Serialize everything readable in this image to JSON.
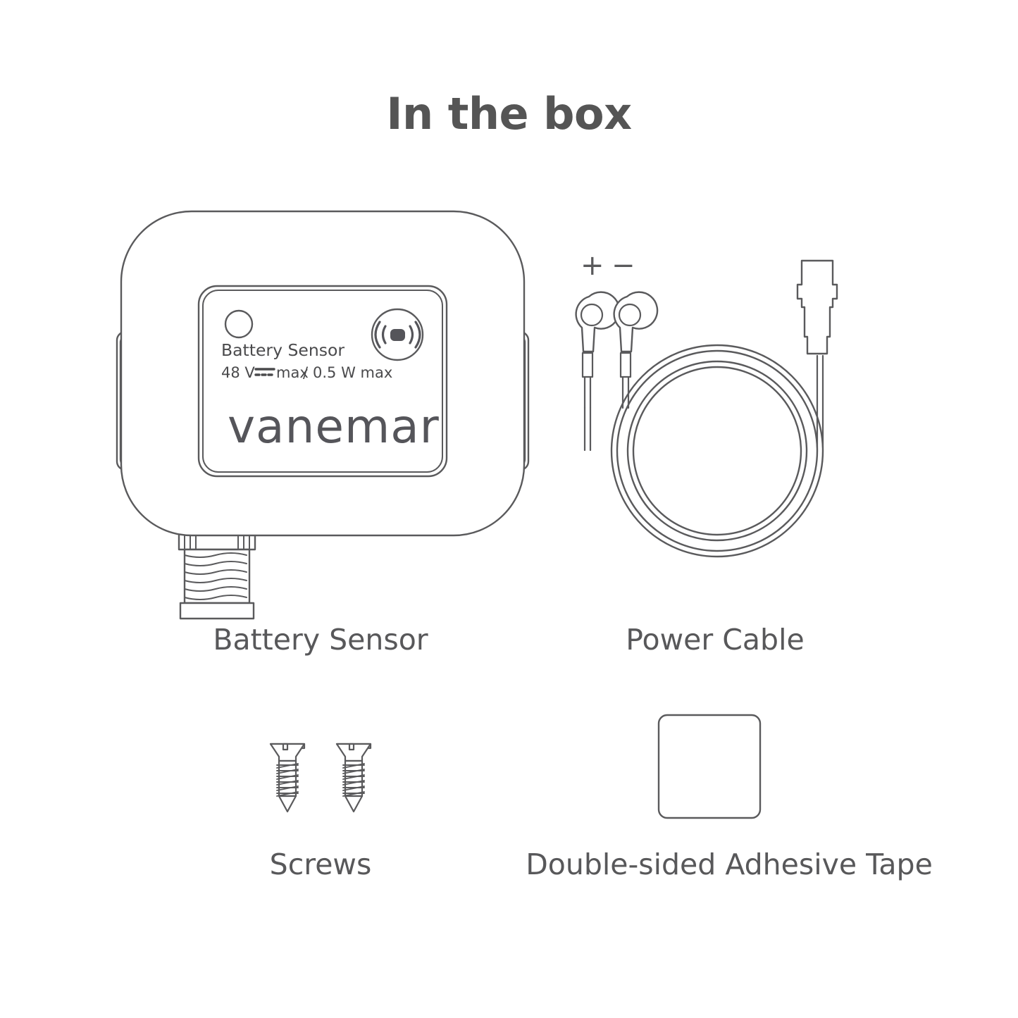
{
  "page": {
    "title": "In the box",
    "background_color": "#ffffff",
    "stroke_color": "#5a5a5c",
    "text_color": "#58585a"
  },
  "items": [
    {
      "id": "battery-sensor",
      "caption": "Battery Sensor",
      "icon": "battery-sensor-device-illustration"
    },
    {
      "id": "power-cable",
      "caption": "Power Cable",
      "icon": "coiled-power-cable-illustration"
    },
    {
      "id": "screws",
      "caption": "Screws",
      "icon": "two-flat-head-screws-illustration"
    },
    {
      "id": "adhesive-tape",
      "caption": "Double-sided Adhesive Tape",
      "icon": "adhesive-tape-square-illustration"
    }
  ],
  "device_label": {
    "product_name": "Battery Sensor",
    "rating_voltage": "48 V",
    "rating_dc_symbol": "dc-power-symbol",
    "rating_voltage_suffix": "max",
    "rating_separator": "/",
    "rating_power": "0.5 W max",
    "rating_full": "48 V ⎓ max / 0.5 W max",
    "brand": "vanemar",
    "led_icon": "led-indicator-icon",
    "nfc_icon": "nfc-wireless-icon"
  },
  "cable_terminals": {
    "positive_sign": "+",
    "negative_sign": "−",
    "positive_name": "positive-ring-terminal",
    "negative_name": "negative-ring-terminal",
    "connector_name": "waterproof-connector-plug"
  }
}
